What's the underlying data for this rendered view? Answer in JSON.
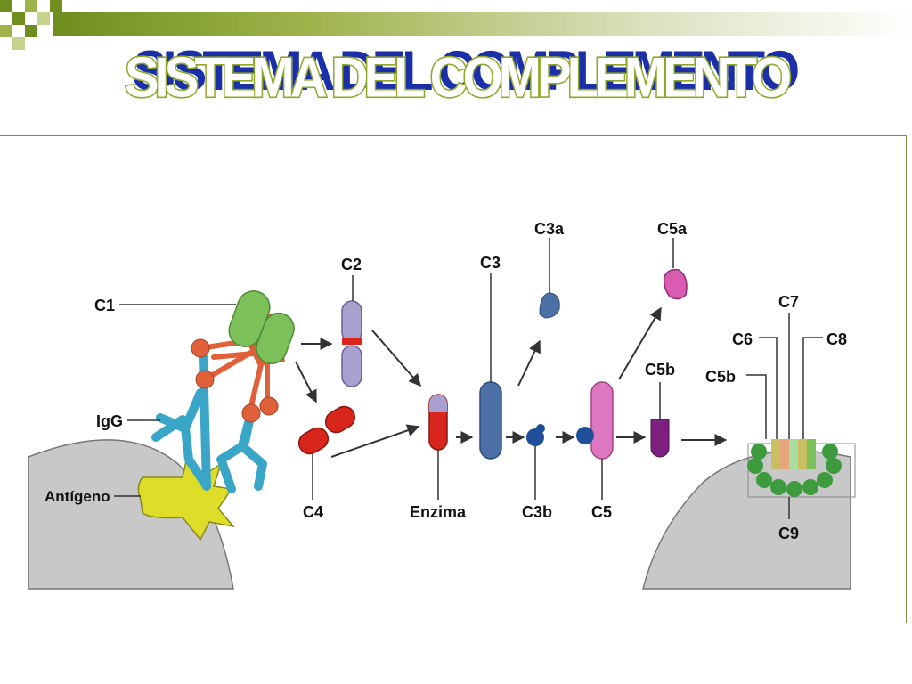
{
  "slide": {
    "title": "SISTEMA DEL COMPLEMENTO"
  },
  "colors": {
    "accent_green": "#8fa829",
    "title_shadow": "#1a2fa8",
    "cell_gray": "#c8c8c8",
    "c1_green": "#7cc05a",
    "c1_orange": "#e0603a",
    "igg_teal": "#3aa6c7",
    "antigen_yellow": "#dede2a",
    "c2_lilac": "#a9a0cf",
    "c4_red": "#d9261c",
    "c3_blue": "#4c6fa6",
    "c3b_blue": "#1f4f9a",
    "c5_pink": "#de77c2",
    "c5a_pink": "#d95cb1",
    "c5b_purple": "#7d1f7f",
    "c9_green": "#3d9a3d"
  },
  "diagram": {
    "labels": {
      "c1": "C1",
      "igg": "IgG",
      "antigen": "Antígeno",
      "c2": "C2",
      "c4": "C4",
      "enzyme": "Enzima",
      "c3": "C3",
      "c3a": "C3a",
      "c3b": "C3b",
      "c5": "C5",
      "c5a": "C5a",
      "c5b_free": "C5b",
      "c5b_complex": "C5b",
      "c6": "C6",
      "c7": "C7",
      "c8": "C8",
      "c9": "C9"
    }
  }
}
